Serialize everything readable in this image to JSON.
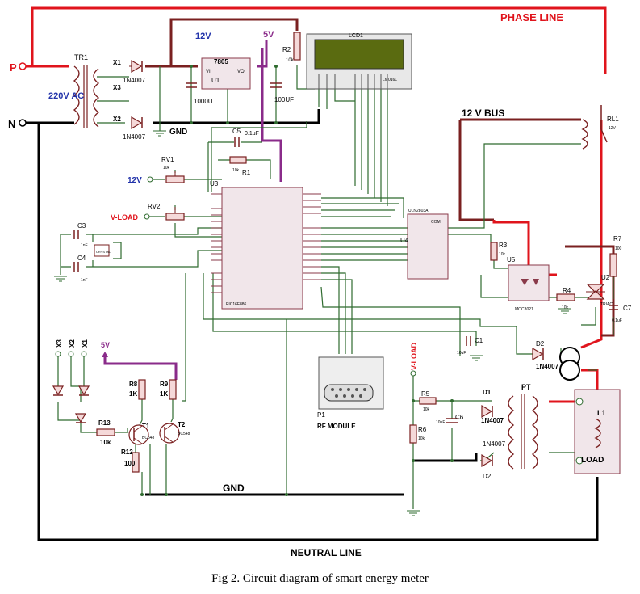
{
  "labels": {
    "phase_line": "PHASE LINE",
    "neutral_line": "NEUTRAL LINE",
    "bus_12v": "12 V BUS",
    "p": "P",
    "n": "N",
    "ac": "220V AC",
    "tr1": "TR1",
    "x1": "X1",
    "x2": "X2",
    "x3": "X3",
    "d_1n4007": "1N4007",
    "v12": "12V",
    "v5": "5V",
    "u1": "U1",
    "u1_part": "7805",
    "u1_vi": "VI",
    "u1_vo": "VO",
    "cap_1000u": "1000U",
    "cap_100uf": "100UF",
    "gnd": "GND",
    "r2": "R2",
    "r_10k": "10k",
    "lcd": "LCD1",
    "lcd_part": "LM016L",
    "c5": "C5",
    "c5_val": "0.1uF",
    "r1": "R1",
    "rv1": "RV1",
    "rv2": "RV2",
    "v_load": "V-LOAD",
    "u3": "U3",
    "u3_part": "PIC16F886",
    "c3": "C3",
    "c4": "C4",
    "cap_1nf": "1nF",
    "xtal": "CRYSTAL",
    "u4": "U4",
    "u4_part": "ULN2803A",
    "u4_com": "COM",
    "r3": "R3",
    "u5": "U5",
    "u5_part": "MOC3021",
    "r4": "R4",
    "u2": "U2",
    "u2_part": "TRIAC",
    "r7": "R7",
    "r7_val": "100",
    "c7": "C7",
    "c7_val": "0.1uF",
    "rl1": "RL1",
    "c1": "C1",
    "c1_val": "10uF",
    "d2": "D2",
    "d1": "D1",
    "pt": "PT",
    "r5": "R5",
    "r6": "R6",
    "c6": "C6",
    "c6_val": "10uF",
    "l1": "L1",
    "load": "LOAD",
    "p1": "P1",
    "rf_module": "RF MODULE",
    "r13": "R13",
    "r12": "R12",
    "r12_val": "100",
    "r8": "R8",
    "r9": "R9",
    "r_1k": "1K",
    "t1": "T1",
    "t2": "T2",
    "bc548": "BC548",
    "r13_val": "10k"
  },
  "caption": "Fig 2. Circuit diagram of smart energy meter"
}
